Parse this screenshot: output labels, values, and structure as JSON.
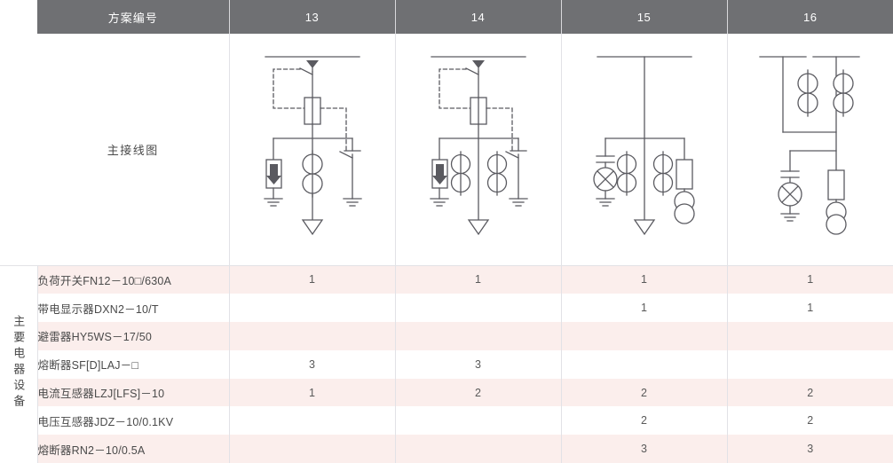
{
  "header": {
    "row_label": "方案编号",
    "columns": [
      "13",
      "14",
      "15",
      "16"
    ]
  },
  "diagram_row": {
    "label": "主接线图"
  },
  "group": {
    "label": "主要电器设备"
  },
  "equipment_rows": [
    {
      "label": "负荷开关FN12－10□/630A",
      "values": [
        "1",
        "1",
        "1",
        "1"
      ]
    },
    {
      "label": "带电显示器DXN2－10/T",
      "values": [
        "",
        "",
        "1",
        "1"
      ]
    },
    {
      "label": "避雷器HY5WS－17/50",
      "values": [
        "",
        "",
        "",
        ""
      ]
    },
    {
      "label": "熔断器SF[D]LAJ－□",
      "values": [
        "3",
        "3",
        "",
        ""
      ]
    },
    {
      "label": "电流互感器LZJ[LFS]－10",
      "values": [
        "1",
        "2",
        "2",
        "2"
      ]
    },
    {
      "label": "电压互感器JDZ－10/0.1KV",
      "values": [
        "",
        "",
        "2",
        "2"
      ]
    },
    {
      "label": "熔断器RN2－10/0.5A",
      "values": [
        "",
        "",
        "3",
        "3"
      ]
    }
  ],
  "colors": {
    "header_bg": "#6f7073",
    "header_text": "#ffffff",
    "row_alt_bg": "#fbeeec",
    "row_bg": "#ffffff",
    "grid_line": "#e2e2e6",
    "diagram_stroke": "#5a5a60",
    "text": "#4a4a4a"
  },
  "diagrams": {
    "13": {
      "name": "scheme-13-single-line-diagram",
      "components": [
        "busbar",
        "load-break-switch",
        "fuse",
        "surge-arrester",
        "current-transformer",
        "earthing-switch",
        "cable-outgoing"
      ]
    },
    "14": {
      "name": "scheme-14-single-line-diagram",
      "components": [
        "busbar",
        "load-break-switch",
        "fuse",
        "surge-arrester",
        "current-transformer-x2",
        "earthing-switch",
        "cable-outgoing"
      ]
    },
    "15": {
      "name": "scheme-15-single-line-diagram",
      "components": [
        "busbar",
        "live-display-indicator",
        "current-transformer-x2",
        "fuse",
        "voltage-transformer",
        "cable-outgoing"
      ]
    },
    "16": {
      "name": "scheme-16-single-line-diagram",
      "components": [
        "split-busbar",
        "current-transformer-x2",
        "live-display-indicator",
        "fuse",
        "voltage-transformer"
      ]
    }
  }
}
